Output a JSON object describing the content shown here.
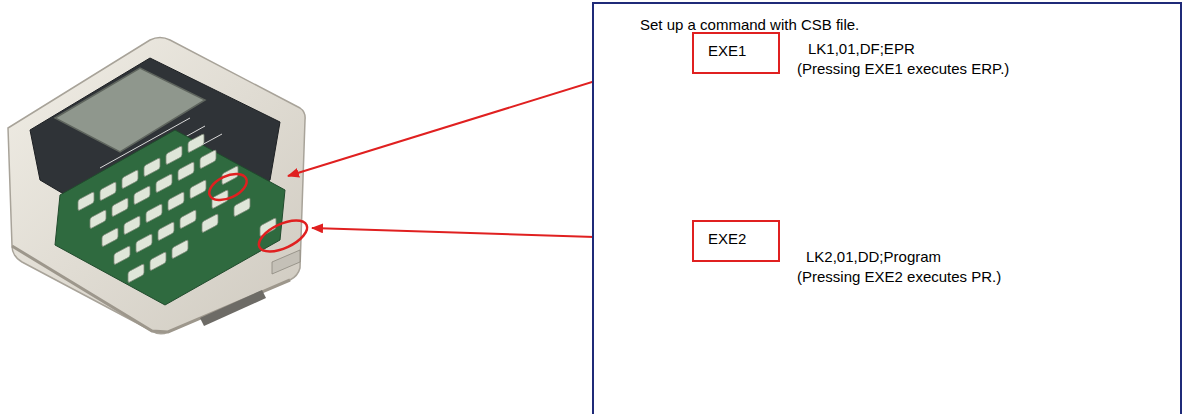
{
  "diagram": {
    "nodes": [
      {
        "text": [
          "Set up a command with CSB file."
        ]
      },
      {
        "text": [
          "EXE1"
        ],
        "in": 0
      },
      {
        "text": [
          "EXE2"
        ],
        "in": 0
      }
    ],
    "edges": [],
    "labels": [
      "LK1,01,DF;EPR",
      "(Pressing EXE1 executes ERP.)",
      "LK2,01,DD;Program",
      "(Pressing EXE2 executes PR.)"
    ]
  }
}
